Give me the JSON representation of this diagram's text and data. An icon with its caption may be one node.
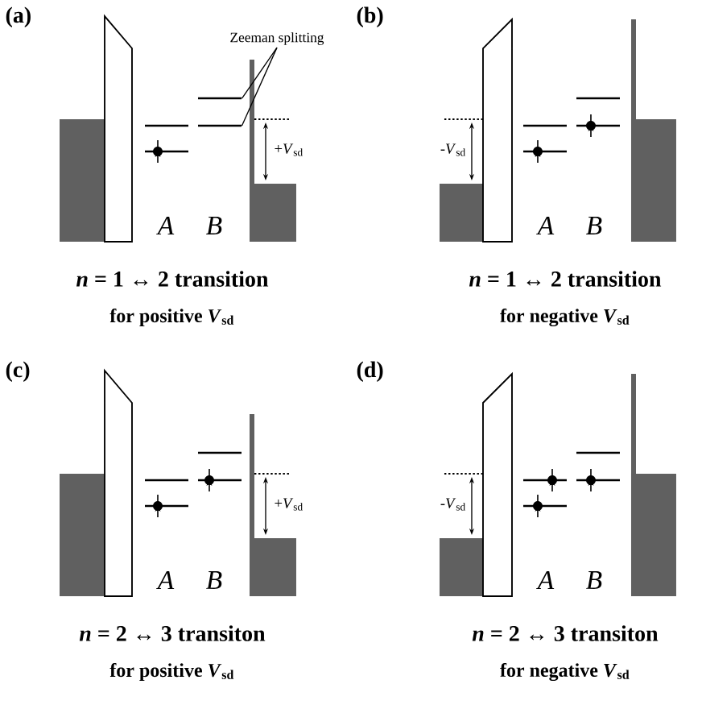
{
  "diagram": {
    "nodes": [
      {
        "text": [
          "Zeeman splitting"
        ]
      },
      {
        "text": [],
        "shape": "bar"
      },
      {
        "text": [],
        "shape": "bar"
      }
    ],
    "edges": [
      {
        "from": 0,
        "to": 1,
        "arrow": "none"
      },
      {
        "from": 0,
        "to": 2,
        "arrow": "none"
      }
    ],
    "labels": [
      "(a)",
      "+*V*$_{sd}$",
      "A",
      "B",
      "*n* = 1 ↔ 2 transition",
      "for positive *V*$_{sd}$",
      "(b)",
      "-*V*$_{sd}$",
      "A",
      "B",
      "*n* = 1 ↔ 2 transition",
      "for negative *V*$_{sd}$",
      "(c)",
      "+*V*$_{sd}$",
      "A",
      "B",
      "*n* = 2 ↔ 3 transiton",
      "for positive *V*$_{sd}$",
      "(d)",
      "-*V*$_{sd}$",
      "A",
      "B",
      "*n* = 2 ↔ 3 transiton",
      "for negative *V*$_{sd}$"
    ]
  }
}
